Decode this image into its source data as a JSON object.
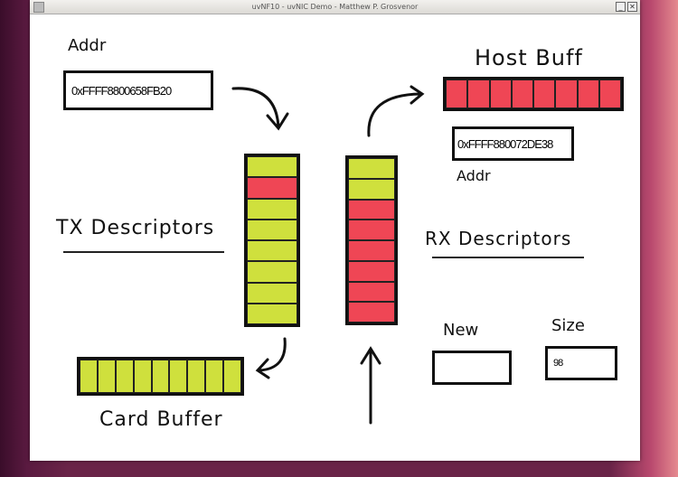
{
  "window": {
    "title": "uvNF10 - uvNIC Demo - Matthew P. Grosvenor"
  },
  "tx": {
    "addr_label": "Addr",
    "addr_value": "0xFFFF8800658FB20",
    "label": "TX Descriptors",
    "cells": [
      "used",
      "free",
      "used",
      "used",
      "used",
      "used",
      "used",
      "used"
    ]
  },
  "rx": {
    "label": "RX Descriptors",
    "cells": [
      "used",
      "used",
      "free",
      "free",
      "free",
      "free",
      "free",
      "free"
    ]
  },
  "host_buffer": {
    "label": "Host Buff",
    "addr_label": "Addr",
    "addr_value": "0xFFFF880072DE38",
    "cell_count": 8
  },
  "card_buffer": {
    "label": "Card Buffer",
    "cell_count": 9
  },
  "controls": {
    "new_label": "New",
    "new_value": "",
    "size_label": "Size",
    "size_value": "98"
  },
  "colors": {
    "used": "#cfe03d",
    "free": "#ef4655"
  }
}
